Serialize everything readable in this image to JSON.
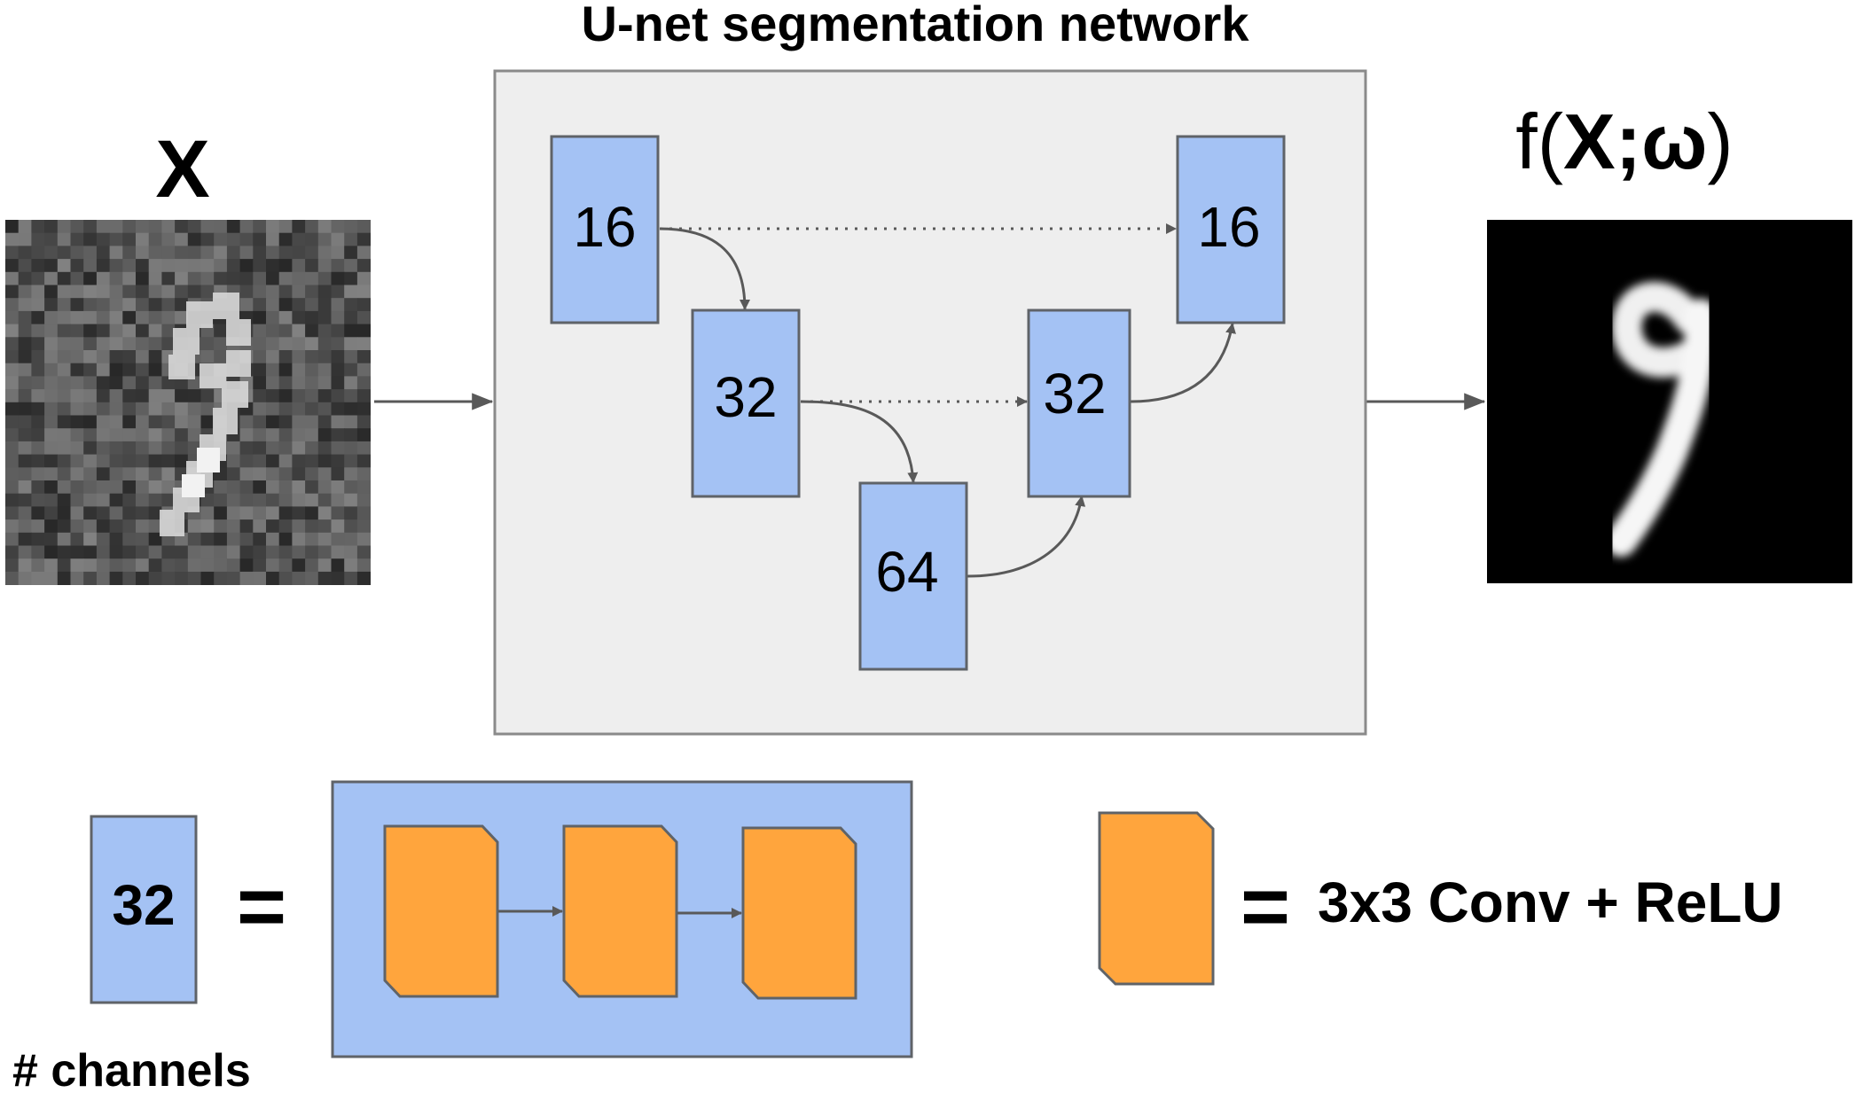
{
  "title": "U-net segmentation network",
  "input_label": "X",
  "output_label": {
    "prefix": "f(",
    "x": "X",
    "sep": ";",
    "omega": "ω",
    "suffix": ")"
  },
  "unet_blocks": {
    "enc1": "16",
    "enc2": "32",
    "bottleneck": "64",
    "dec2": "32",
    "dec1": "16"
  },
  "legend": {
    "block_value": "32",
    "equals": "=",
    "channels_caption": "# channels",
    "conv_equals": "=",
    "conv_caption": "3x3 Conv + ReLU"
  },
  "colors": {
    "block_fill": "#a4c2f4",
    "conv_fill": "#ffa53d",
    "panel_fill": "#eeeeee",
    "stroke": "#595959"
  },
  "icons": {
    "input_image": "noisy-digit-9-image",
    "output_image": "segmented-digit-9-image"
  }
}
